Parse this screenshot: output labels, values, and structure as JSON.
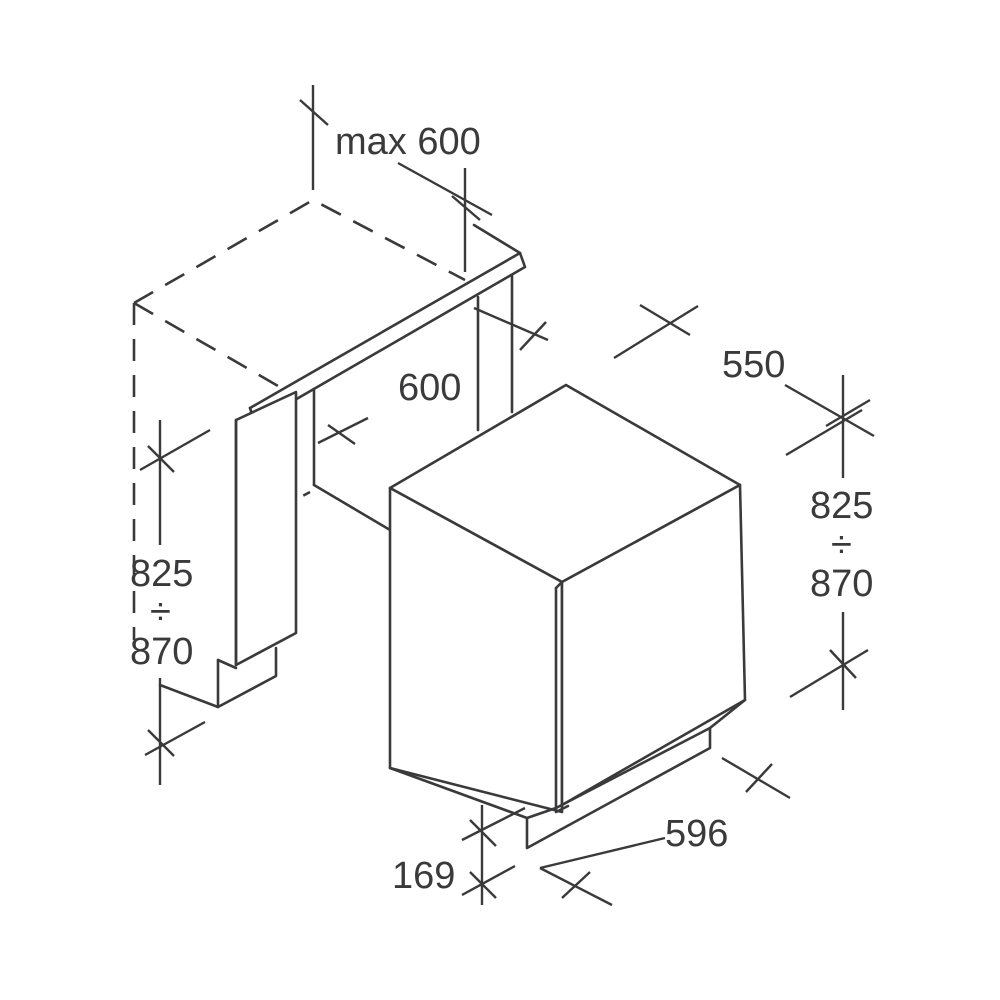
{
  "dimensions": {
    "niche_depth": "max 600",
    "niche_width": "600",
    "niche_height_min": "825",
    "niche_height_sep": "÷",
    "niche_height_max": "870",
    "appliance_depth": "550",
    "appliance_height_min": "825",
    "appliance_height_sep": "÷",
    "appliance_height_max": "870",
    "appliance_width": "596",
    "plinth_height": "169"
  },
  "colors": {
    "line": "#3a3a3c",
    "background": "#ffffff"
  }
}
